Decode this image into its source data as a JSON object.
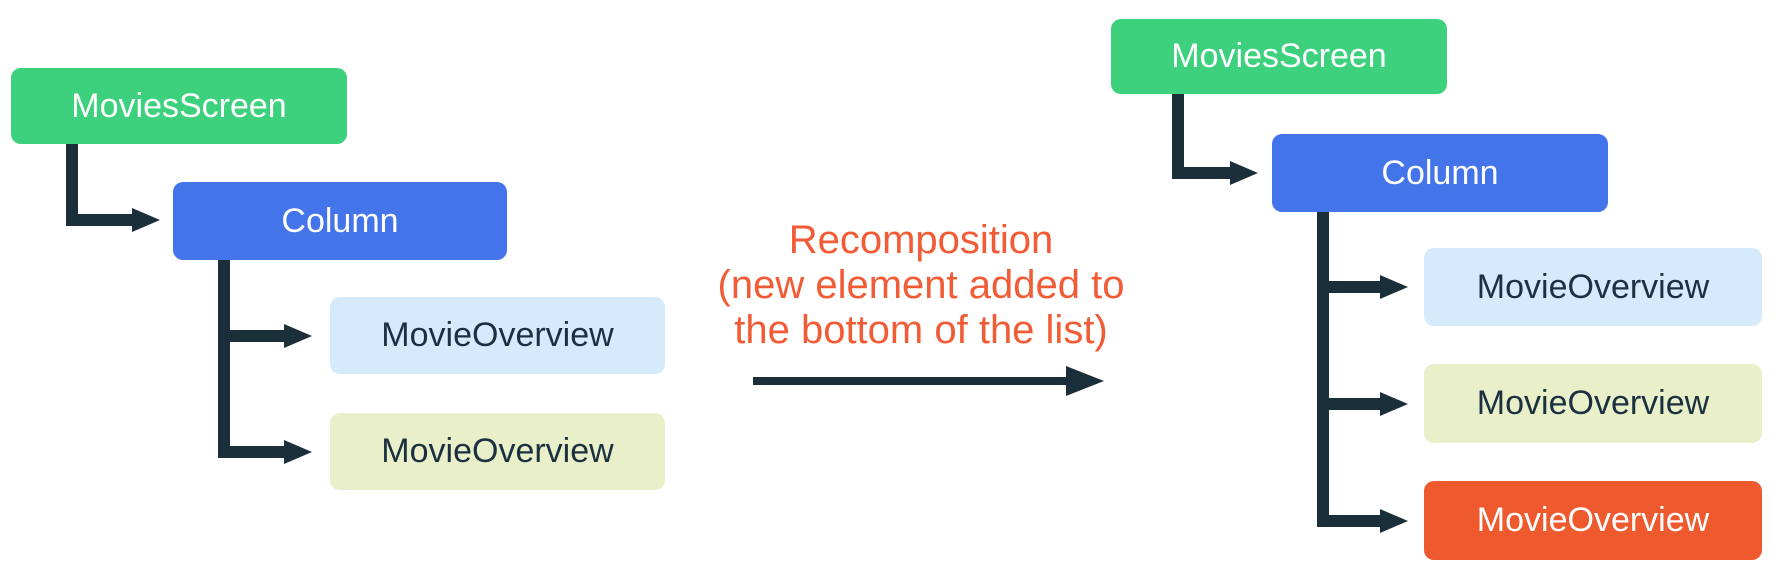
{
  "diagram": {
    "before_tree": {
      "root_label": "MoviesScreen",
      "column_label": "Column",
      "children": [
        "MovieOverview",
        "MovieOverview"
      ]
    },
    "transition": {
      "label_lines": [
        "Recomposition",
        "(new element added to",
        "the bottom of the list)"
      ]
    },
    "after_tree": {
      "root_label": "MoviesScreen",
      "column_label": "Column",
      "children": [
        "MovieOverview",
        "MovieOverview",
        "MovieOverview"
      ]
    },
    "colors": {
      "background": "#FFFFFF",
      "root_green": "#3DD17E",
      "column_blue": "#4374E9",
      "child_light_blue": "#D5EBFB",
      "child_pale_yellow": "#E9F0C9",
      "child_new_orange": "#EE5A2E",
      "transition_text": "#F15B35",
      "connector_dark": "#1B2F3A",
      "box_text_light": "#FFFFFF",
      "box_text_dark": "#1B3040"
    }
  }
}
